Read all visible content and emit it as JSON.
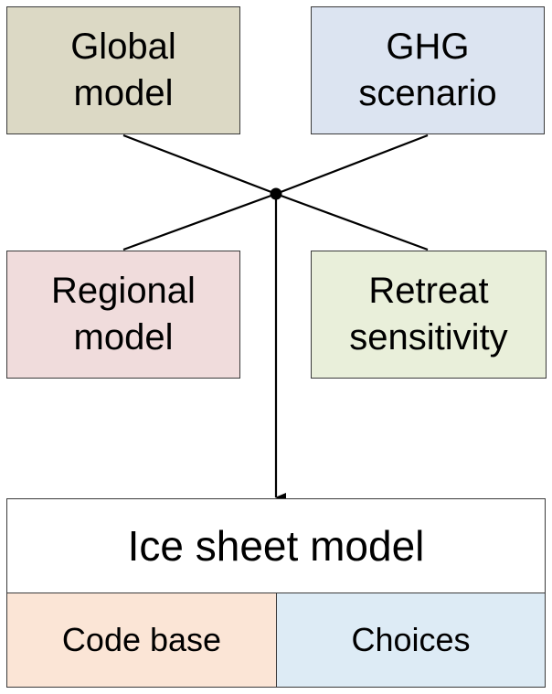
{
  "inputs": {
    "global_model": [
      "Global",
      "model"
    ],
    "ghg_scenario": [
      "GHG",
      "scenario"
    ],
    "regional_model": [
      "Regional",
      "model"
    ],
    "retreat_sensitivity": [
      "Retreat",
      "sensitivity"
    ]
  },
  "output": {
    "title": "Ice sheet model",
    "components": {
      "code_base": "Code base",
      "choices": "Choices"
    }
  },
  "colors": {
    "global_model": "#dcd9c5",
    "ghg_scenario": "#dce4f1",
    "regional_model": "#f0dcdc",
    "retreat_sensitivity": "#e9efda",
    "code_base": "#fbe5d6",
    "choices": "#ddebf5",
    "ice_sheet_model": "#ffffff",
    "lines": "#000000"
  }
}
